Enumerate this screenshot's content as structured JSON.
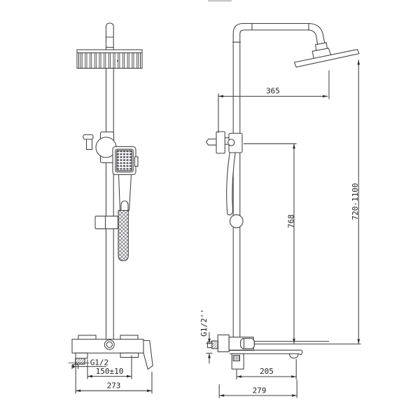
{
  "diagram": {
    "background": "#ffffff",
    "line_color": "#3f3f3f",
    "front_view": {
      "outlet_thread_label": "G1/2",
      "inlet_spacing": "150±10",
      "body_width": "273"
    },
    "side_view": {
      "arm_reach": "365",
      "riser_height": "768",
      "height_range": "720-1100",
      "spout_reach": "205",
      "total_depth": "279",
      "wall_thread_label": "G1/2''"
    }
  }
}
